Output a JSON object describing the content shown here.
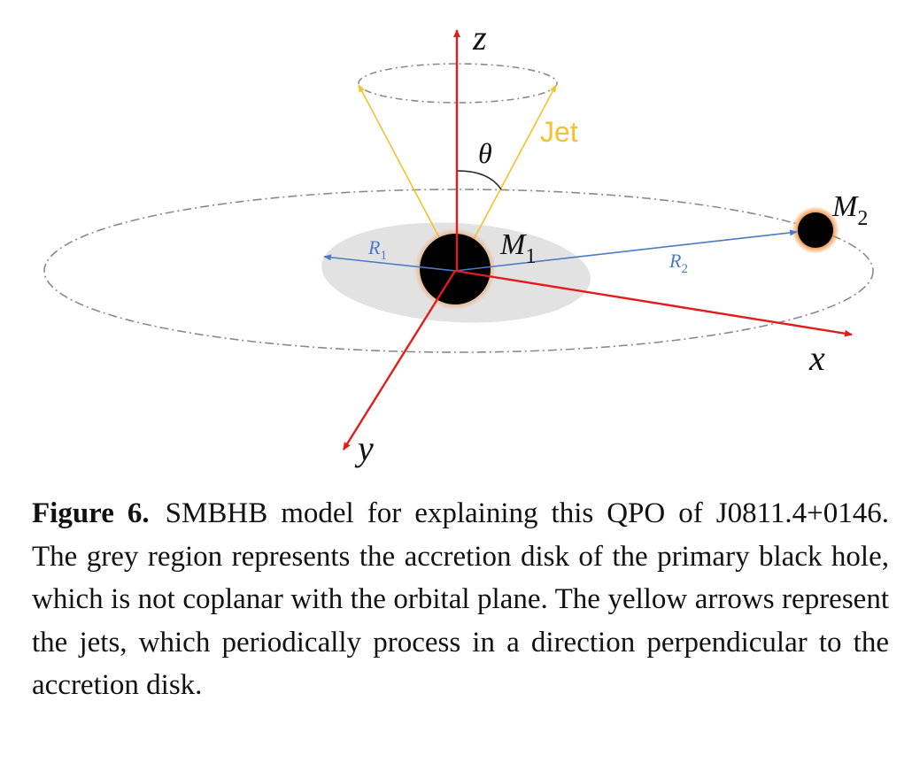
{
  "diagram": {
    "axes": {
      "z": "z",
      "x": "x",
      "y": "y"
    },
    "jet_label": "Jet",
    "theta_label": "θ",
    "m1_label": {
      "base": "M",
      "sub": "1"
    },
    "m2_label": {
      "base": "M",
      "sub": "2"
    },
    "r1_label": {
      "base": "R",
      "sub": "1"
    },
    "r2_label": {
      "base": "R",
      "sub": "2"
    },
    "colors": {
      "axis": "#e31b1b",
      "jet": "#f3c22c",
      "radius": "#4a7bc4",
      "disk": "#e2e2e2",
      "orbit": "#8a8a8a",
      "glow": "#f08c3c",
      "hole": "#000000"
    }
  },
  "caption": {
    "label": "Figure 6.",
    "text": "SMBHB model for explaining this QPO of J0811.4+0146. The grey region represents the accretion disk of the primary black hole, which is not coplanar with the orbital plane. The yellow arrows represent the jets, which periodically process in a direction perpendicular to the accretion disk."
  }
}
